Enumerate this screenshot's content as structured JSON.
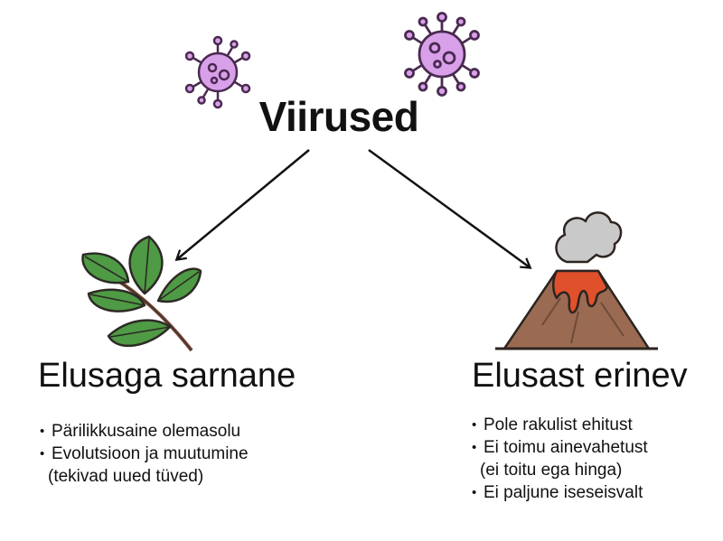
{
  "title": "Viirused",
  "left": {
    "heading": "Elusaga sarnane",
    "points": [
      "Pärilikkusaine olemasolu",
      "Evolutsioon ja muutumine",
      "(tekivad uued tüved)"
    ]
  },
  "right": {
    "heading": "Elusast erinev",
    "points": [
      "Pole rakulist ehitust",
      "Ei toimu ainevahetust",
      "(ei toitu ega hinga)",
      "Ei paljune iseseisvalt"
    ]
  },
  "icons": {
    "virus_small": "virus-icon",
    "virus_large": "virus-icon",
    "leaf": "leaf-branch-icon",
    "volcano": "volcano-icon"
  },
  "colors": {
    "virus_fill": "#d9a0ea",
    "virus_stroke": "#4a2a50",
    "leaf_fill": "#4f9a45",
    "leaf_vein": "#2d2a25",
    "stem": "#7a4a3a",
    "volcano_body": "#9a6a52",
    "lava": "#e0502a",
    "smoke": "#c9c9c9"
  }
}
